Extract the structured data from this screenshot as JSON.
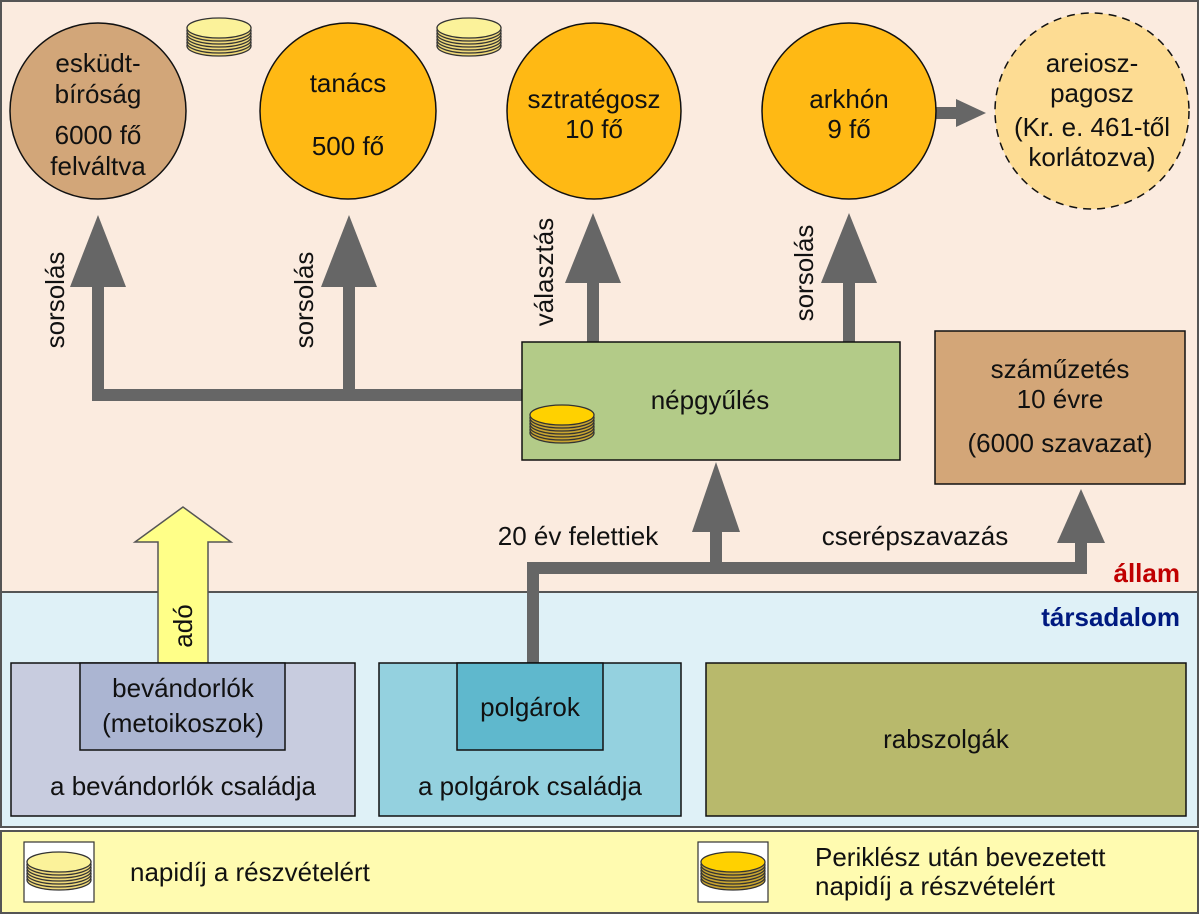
{
  "regions": {
    "state": {
      "label": "állam",
      "color": "#c00000",
      "bg": "#fbebdf"
    },
    "society": {
      "label": "társadalom",
      "color": "#001a80",
      "bg": "#dff1f7"
    }
  },
  "bodies": {
    "jury": {
      "lines": [
        "esküdt-",
        "bíróság",
        "6000 fő",
        "felváltva"
      ],
      "color": "#d2a679"
    },
    "council": {
      "lines": [
        "tanács",
        "500 fő"
      ],
      "color": "#ffb914"
    },
    "strategos": {
      "lines": [
        "sztratégosz",
        "10 fő"
      ],
      "color": "#ffb914"
    },
    "archon": {
      "lines": [
        "arkhón",
        "9 fő"
      ],
      "color": "#ffb914"
    },
    "areopagus": {
      "lines": [
        "areiosz-",
        "pagosz",
        "(Kr. e. 461-től",
        "korlátozva)"
      ],
      "color": "#fddc93"
    },
    "assembly": {
      "label": "népgyűlés",
      "color": "#b3cb88"
    },
    "ostracism": {
      "lines": [
        "száműzetés",
        "10 évre",
        "(6000 szavazat)"
      ],
      "color": "#d3a678"
    }
  },
  "arrows": {
    "jury": "sorsolás",
    "council": "sorsolás",
    "strategos": "választás",
    "archon": "sorsolás",
    "tax": "adó",
    "citizens_over_20": "20 év felettiek",
    "ostracon_vote": "cserépszavazás"
  },
  "society": {
    "metics": {
      "inner": [
        "bevándorlók",
        "(metoikoszok)"
      ],
      "outer": "a bevándorlók családja"
    },
    "citizens": {
      "inner": "polgárok",
      "outer": "a polgárok családja"
    },
    "slaves": {
      "label": "rabszolgák"
    }
  },
  "legend": {
    "item1": "napidíj a részvételért",
    "item2": [
      "Periklész után bevezetett",
      "napidíj a részvételért"
    ]
  }
}
